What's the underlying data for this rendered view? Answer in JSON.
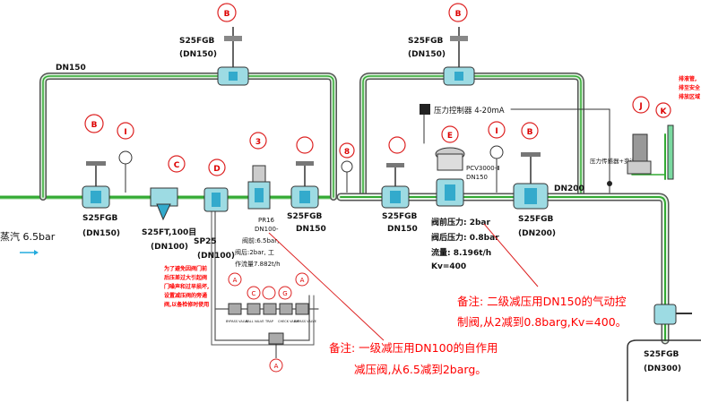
{
  "labels": {
    "valve_top_left": "S25FGB",
    "valve_top_left_dn": "(DN150)",
    "valve_top_right": "S25FGB",
    "valve_top_right_dn": "(DN150)",
    "pipe_dn150": "DN150",
    "steam": "蒸汽 6.5bar",
    "v1": "S25FGB",
    "v1_dn": "(DN150)",
    "strainer": "S25FT,100目",
    "strainer_dn": "(DN100)",
    "sp25": "SP25",
    "sp25_dn": "(DN100)",
    "prv_model": "PR16",
    "prv_dn": "DN100-",
    "prv_params": [
      "阀前:6.5bar,",
      "阀后:2bar, 工",
      "作流量7.882t/h"
    ],
    "v_mid": "S25FGB",
    "v_mid_dn": "DN150",
    "v_right": "S25FGB",
    "v_right_dn": "DN150",
    "pcv": "PCV3000-Ⅱ",
    "pcv_dn": "DN150",
    "pc_controller": "压力控制器 4-20mA",
    "pcv_params": [
      "阀前压力: 2bar",
      "阀后压力: 0.8bar",
      "流量: 8.196t/h",
      "Kv=400"
    ],
    "v_dn200": "S25FGB",
    "v_dn200_dn": "(DN200)",
    "pipe_dn200": "DN200",
    "pressure_sensor": "压力传感器+变送器",
    "tank_valve": "S25FGB",
    "tank_valve_dn": "(DN300)"
  },
  "markers": {
    "B": "B",
    "I": "I",
    "C": "C",
    "D": "D",
    "three": "3",
    "eight": "8",
    "E": "E",
    "J": "J",
    "K": "K",
    "A": "A",
    "G": "G"
  },
  "notes": {
    "left_red": [
      "为了避免因阀门前",
      "后压差过大引起阀",
      "门噪声和过早损坏,",
      "设置减压阀的旁通",
      "阀,以备检修时使用"
    ],
    "mid": [
      "备注: 一级减压用DN100的自作用",
      "减压阀,从6.5减到2barg。"
    ],
    "right": [
      "备注: 二级减压用DN150的气动控",
      "制阀,从2减到0.8barg,Kv=400。"
    ],
    "top_right_red": [
      "排液管,",
      "排至安全",
      "排放区域"
    ]
  },
  "bypass_labels": [
    "BYPASS VALVE",
    "BALL VALVE",
    "TRAP",
    "CHECK VALVE",
    "BYPASS VALVE"
  ],
  "colors": {
    "pipe": "#33aa33",
    "pipe_outline": "#555555",
    "marker": "#dd2222",
    "valve_body": "#7ad9e6",
    "note_red": "#ff0000"
  }
}
